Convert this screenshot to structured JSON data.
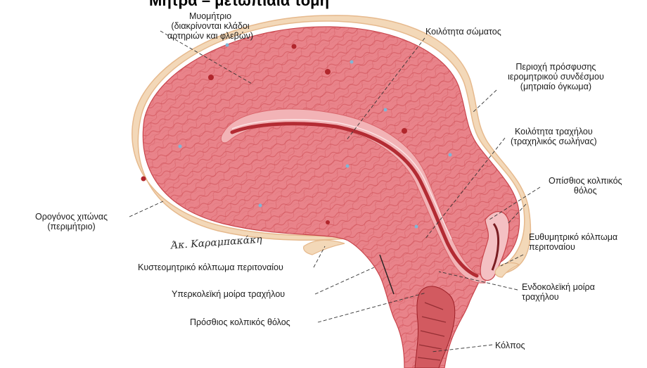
{
  "page_heading": "Μήτρα – μετωπιαία τομή",
  "signature": "Άκ. Καραμπακάκη",
  "labels": {
    "myometrium": "Μυομήτριο\n(διακρίνονται κλάδοι\nαρτηριών και φλεβών)",
    "body_cavity": "Κοιλότητα σώματος",
    "broad_ligament": "Περιοχή πρόσφυσης\nιερομητρικού συνδέσμου\n(μητριαίο όγκωμα)",
    "cervical_canal": "Κοιλότητα τραχήλου\n(τραχηλικός σωλήνας)",
    "posterior_fornix": "Οπίσθιος κολπικός\nθόλος",
    "serosa": "Ορογόνος χιτώνας\n(περιμήτριο)",
    "rectouterine_pouch": "Ευθυμητρικό κόλπωμα\nπεριτοναίου",
    "vesicouterine_pouch": "Κυστεομητρικό κόλπωμα περιτοναίου",
    "supravaginal_cervix": "Υπερκολεϊκή μοίρα τραχήλου",
    "anterior_fornix": "Πρόσθιος κολπικός θόλος",
    "vaginal_cervix": "Ενδοκολεϊκή μοίρα\nτραχήλου",
    "vagina": "Κόλπος"
  },
  "colors": {
    "tissue": "#e9838a",
    "tissue_dark": "#c8434a",
    "fibers": "#d45a5f",
    "serosa_border": "#f3d8b8",
    "cavity": "#f6c9cc",
    "cavity_line": "#b32b33",
    "vessel_red": "#b1262c",
    "vessel_blue": "#7fb6d6"
  }
}
